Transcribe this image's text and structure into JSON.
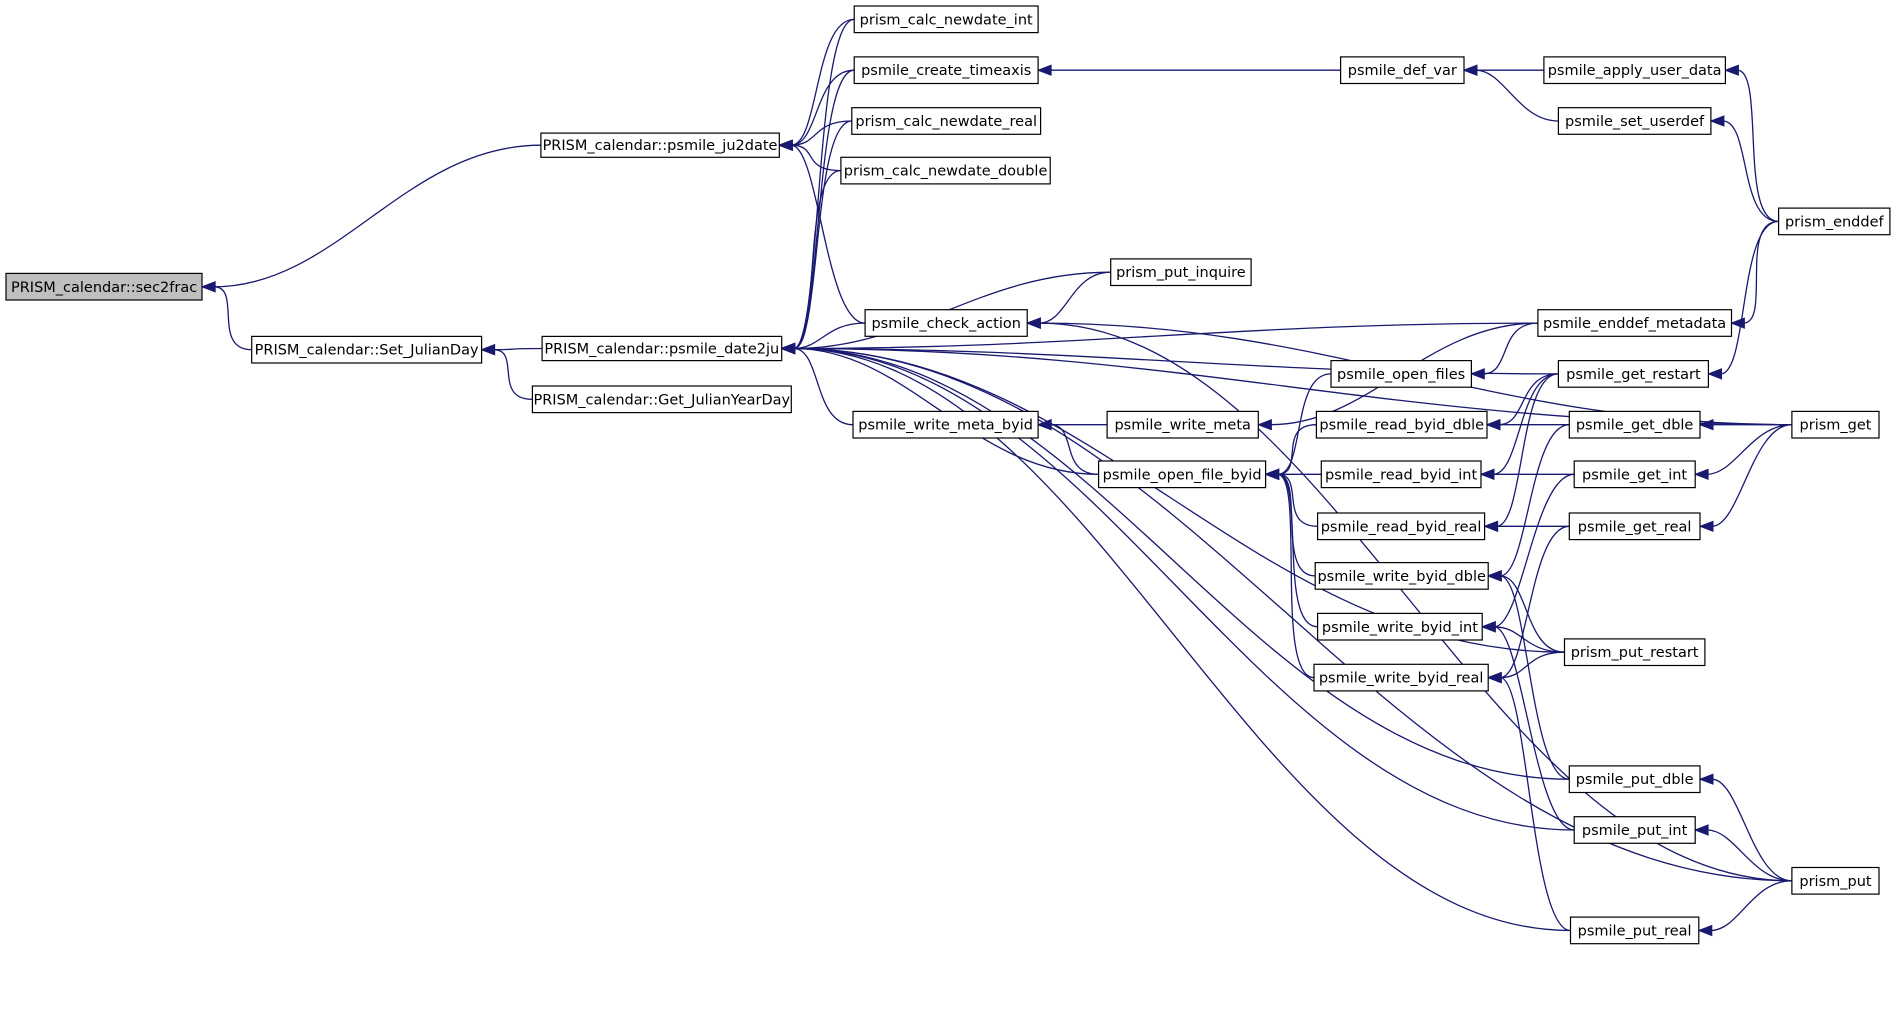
{
  "diagram": {
    "root": "PRISM_calendar::sec2frac",
    "nodes": [
      {
        "id": "sec2frac",
        "label": "PRISM_calendar::sec2frac",
        "root": true
      },
      {
        "id": "ju2date",
        "label": "PRISM_calendar::psmile_ju2date"
      },
      {
        "id": "setjulian",
        "label": "PRISM_calendar::Set_JulianDay"
      },
      {
        "id": "date2ju",
        "label": "PRISM_calendar::psmile_date2ju"
      },
      {
        "id": "getjulianyear",
        "label": "PRISM_calendar::Get_JulianYearDay"
      },
      {
        "id": "calc_int",
        "label": "prism_calc_newdate_int"
      },
      {
        "id": "create_timeaxis",
        "label": "psmile_create_timeaxis"
      },
      {
        "id": "calc_real",
        "label": "prism_calc_newdate_real"
      },
      {
        "id": "calc_double",
        "label": "prism_calc_newdate_double"
      },
      {
        "id": "put_inquire",
        "label": "prism_put_inquire"
      },
      {
        "id": "check_action",
        "label": "psmile_check_action"
      },
      {
        "id": "write_meta_byid",
        "label": "psmile_write_meta_byid"
      },
      {
        "id": "write_meta",
        "label": "psmile_write_meta"
      },
      {
        "id": "open_file_byid",
        "label": "psmile_open_file_byid"
      },
      {
        "id": "def_var",
        "label": "psmile_def_var"
      },
      {
        "id": "open_files",
        "label": "psmile_open_files"
      },
      {
        "id": "read_dble",
        "label": "psmile_read_byid_dble"
      },
      {
        "id": "read_int",
        "label": "psmile_read_byid_int"
      },
      {
        "id": "read_real",
        "label": "psmile_read_byid_real"
      },
      {
        "id": "write_dble",
        "label": "psmile_write_byid_dble"
      },
      {
        "id": "write_int",
        "label": "psmile_write_byid_int"
      },
      {
        "id": "write_real",
        "label": "psmile_write_byid_real"
      },
      {
        "id": "apply_user",
        "label": "psmile_apply_user_data"
      },
      {
        "id": "set_userdef",
        "label": "psmile_set_userdef"
      },
      {
        "id": "enddef_meta",
        "label": "psmile_enddef_metadata"
      },
      {
        "id": "get_restart",
        "label": "psmile_get_restart"
      },
      {
        "id": "get_dble",
        "label": "psmile_get_dble"
      },
      {
        "id": "get_int",
        "label": "psmile_get_int"
      },
      {
        "id": "get_real",
        "label": "psmile_get_real"
      },
      {
        "id": "put_restart",
        "label": "prism_put_restart"
      },
      {
        "id": "put_dble",
        "label": "psmile_put_dble"
      },
      {
        "id": "put_int",
        "label": "psmile_put_int"
      },
      {
        "id": "put_real",
        "label": "psmile_put_real"
      },
      {
        "id": "enddef",
        "label": "prism_enddef"
      },
      {
        "id": "prism_get",
        "label": "prism_get"
      },
      {
        "id": "prism_put",
        "label": "prism_put"
      }
    ],
    "edges": [
      [
        "ju2date",
        "sec2frac"
      ],
      [
        "setjulian",
        "sec2frac"
      ],
      [
        "date2ju",
        "setjulian"
      ],
      [
        "getjulianyear",
        "setjulian"
      ],
      [
        "calc_int",
        "ju2date"
      ],
      [
        "create_timeaxis",
        "ju2date"
      ],
      [
        "calc_real",
        "ju2date"
      ],
      [
        "calc_double",
        "ju2date"
      ],
      [
        "check_action",
        "ju2date"
      ],
      [
        "calc_int",
        "date2ju"
      ],
      [
        "create_timeaxis",
        "date2ju"
      ],
      [
        "calc_real",
        "date2ju"
      ],
      [
        "calc_double",
        "date2ju"
      ],
      [
        "put_inquire",
        "date2ju"
      ],
      [
        "check_action",
        "date2ju"
      ],
      [
        "write_meta_byid",
        "date2ju"
      ],
      [
        "open_file_byid",
        "date2ju"
      ],
      [
        "get_restart",
        "date2ju"
      ],
      [
        "enddef_meta",
        "date2ju"
      ],
      [
        "prism_get",
        "date2ju"
      ],
      [
        "put_restart",
        "date2ju"
      ],
      [
        "put_dble",
        "date2ju"
      ],
      [
        "put_int",
        "date2ju"
      ],
      [
        "put_real",
        "date2ju"
      ],
      [
        "prism_put",
        "date2ju"
      ],
      [
        "def_var",
        "create_timeaxis"
      ],
      [
        "apply_user",
        "def_var"
      ],
      [
        "set_userdef",
        "def_var"
      ],
      [
        "put_inquire",
        "check_action"
      ],
      [
        "prism_get",
        "check_action"
      ],
      [
        "prism_put",
        "check_action"
      ],
      [
        "write_meta",
        "write_meta_byid"
      ],
      [
        "open_file_byid",
        "write_meta_byid"
      ],
      [
        "enddef_meta",
        "write_meta"
      ],
      [
        "open_files",
        "open_file_byid"
      ],
      [
        "read_dble",
        "open_file_byid"
      ],
      [
        "read_int",
        "open_file_byid"
      ],
      [
        "read_real",
        "open_file_byid"
      ],
      [
        "write_dble",
        "open_file_byid"
      ],
      [
        "write_int",
        "open_file_byid"
      ],
      [
        "write_real",
        "open_file_byid"
      ],
      [
        "enddef_meta",
        "open_files"
      ],
      [
        "get_restart",
        "read_dble"
      ],
      [
        "get_dble",
        "read_dble"
      ],
      [
        "get_restart",
        "read_int"
      ],
      [
        "get_int",
        "read_int"
      ],
      [
        "get_restart",
        "read_real"
      ],
      [
        "get_real",
        "read_real"
      ],
      [
        "get_dble",
        "write_dble"
      ],
      [
        "put_restart",
        "write_dble"
      ],
      [
        "put_dble",
        "write_dble"
      ],
      [
        "get_int",
        "write_int"
      ],
      [
        "put_restart",
        "write_int"
      ],
      [
        "put_int",
        "write_int"
      ],
      [
        "get_real",
        "write_real"
      ],
      [
        "put_restart",
        "write_real"
      ],
      [
        "put_real",
        "write_real"
      ],
      [
        "enddef",
        "apply_user"
      ],
      [
        "enddef",
        "set_userdef"
      ],
      [
        "enddef",
        "enddef_meta"
      ],
      [
        "enddef",
        "get_restart"
      ],
      [
        "prism_get",
        "get_dble"
      ],
      [
        "prism_get",
        "get_int"
      ],
      [
        "prism_get",
        "get_real"
      ],
      [
        "prism_put",
        "put_dble"
      ],
      [
        "prism_put",
        "put_int"
      ],
      [
        "prism_put",
        "put_real"
      ]
    ]
  }
}
